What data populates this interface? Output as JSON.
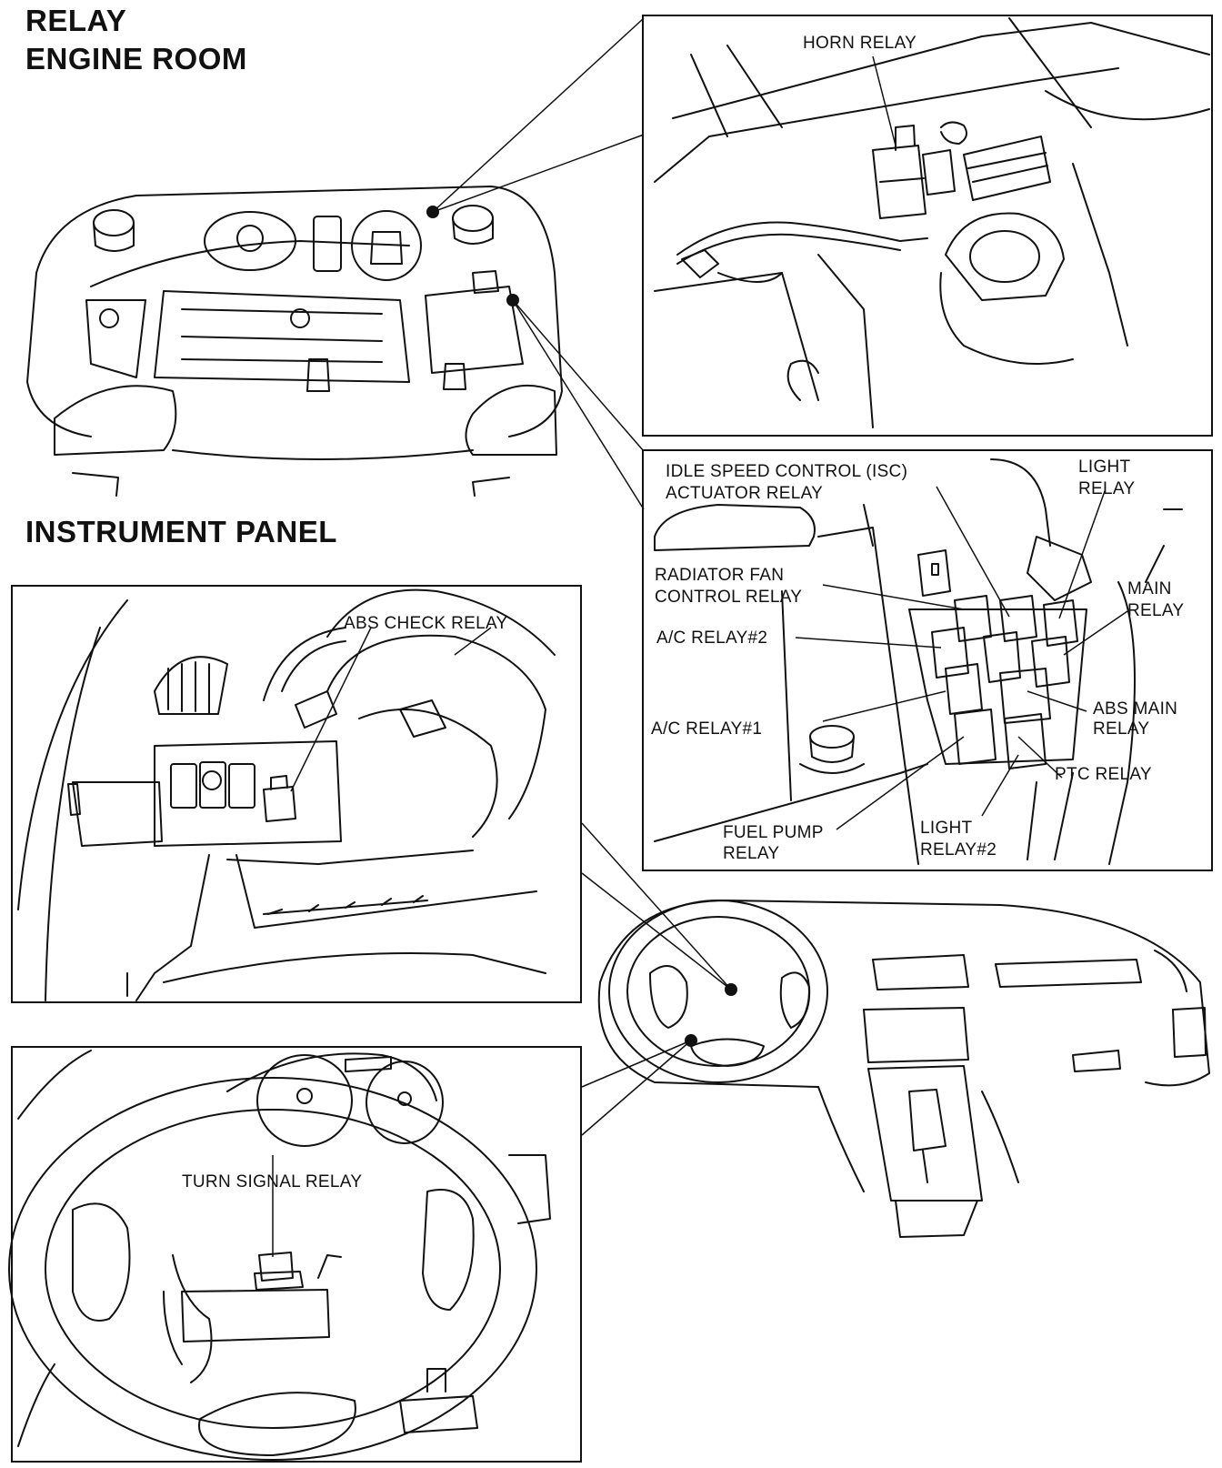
{
  "headings": {
    "relay": "RELAY",
    "engine_room": "ENGINE ROOM",
    "instrument_panel": "INSTRUMENT PANEL"
  },
  "labels": {
    "horn_relay": "HORN RELAY",
    "isc_line1": "IDLE SPEED CONTROL (ISC)",
    "isc_line2": "ACTUATOR RELAY",
    "light_relay_line1": "LIGHT",
    "light_relay_line2": "RELAY",
    "radiator_fan_line1": "RADIATOR FAN",
    "radiator_fan_line2": "CONTROL RELAY",
    "main_relay_line1": "MAIN",
    "main_relay_line2": "RELAY",
    "ac_relay_2": "A/C RELAY#2",
    "ac_relay_1": "A/C RELAY#1",
    "abs_main_line1": "ABS MAIN",
    "abs_main_line2": "RELAY",
    "ptc_relay": "PTC RELAY",
    "fuel_pump_line1": "FUEL PUMP",
    "fuel_pump_line2": "RELAY",
    "light_relay2_line1": "LIGHT",
    "light_relay2_line2": "RELAY#2",
    "abs_check_relay": "ABS CHECK RELAY",
    "turn_signal_relay": "TURN SIGNAL RELAY"
  }
}
